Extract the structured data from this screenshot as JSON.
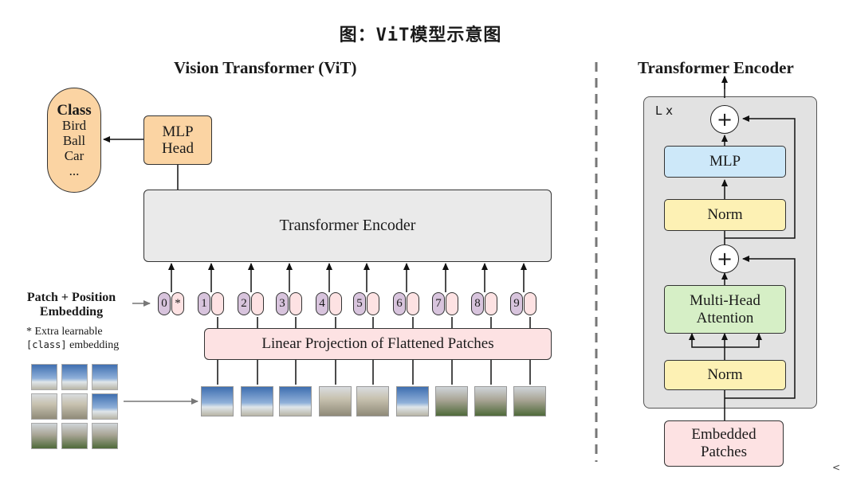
{
  "title": "图：ViT模型示意图",
  "vit": {
    "title": "Vision Transformer (ViT)",
    "class_box": {
      "title": "Class",
      "items": [
        "Bird",
        "Ball",
        "Car",
        "..."
      ]
    },
    "mlp_head": "MLP\nHead",
    "encoder": "Transformer Encoder",
    "embedding_label": "Patch + Position\nEmbedding",
    "note_prefix": "* Extra learnable",
    "note_code": "[class]",
    "note_suffix": " embedding",
    "tokens": [
      {
        "index": "0",
        "mark": "*"
      },
      {
        "index": "1"
      },
      {
        "index": "2"
      },
      {
        "index": "3"
      },
      {
        "index": "4"
      },
      {
        "index": "5"
      },
      {
        "index": "6"
      },
      {
        "index": "7"
      },
      {
        "index": "8"
      },
      {
        "index": "9"
      }
    ],
    "projection": "Linear Projection of Flattened Patches"
  },
  "encoder_detail": {
    "title": "Transformer Encoder",
    "repeat": "L x",
    "mlp": "MLP",
    "norm_top": "Norm",
    "attention": "Multi-Head\nAttention",
    "norm_bottom": "Norm",
    "input": "Embedded\nPatches",
    "plus_top": "+",
    "plus_bottom": "+"
  },
  "corner_mark": "<",
  "colors": {
    "orange": "#fbd4a3",
    "gray": "#eaeaea",
    "pink": "#fde2e3",
    "purple": "#d8c4dd",
    "blue": "#cde8f9",
    "yellow": "#fdf1b4",
    "green": "#d6efc6"
  }
}
